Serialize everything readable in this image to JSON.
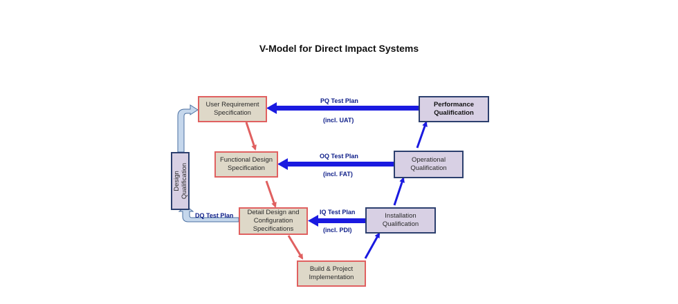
{
  "title": "V-Model for Direct Impact Systems",
  "boxes": {
    "urs": [
      "User Requirement",
      "Specification"
    ],
    "fds": [
      "Functional Design",
      "Specification"
    ],
    "dds": [
      "Detail Design and",
      "Configuration",
      "Specifications"
    ],
    "build": [
      "Build & Project",
      "Implementation"
    ],
    "pq": [
      "Performance",
      "Qualification"
    ],
    "oq": [
      "Operational",
      "Qualification"
    ],
    "iq": [
      "Installation",
      "Qualification"
    ],
    "dq": [
      "Design",
      "Qualification"
    ]
  },
  "plans": {
    "pq": "PQ Test Plan",
    "pq_note": "(incl. UAT)",
    "oq": "OQ Test Plan",
    "oq_note": "(incl. FAT)",
    "iq": "IQ Test Plan",
    "iq_note": "(incl. PDI)",
    "dq": "DQ Test Plan"
  },
  "colors": {
    "requirement_border": "#e06060",
    "requirement_fill": "#ded8c8",
    "qualification_border": "#2c3f6e",
    "qualification_fill": "#d8d0e4",
    "test_plan_arrow": "#1a1ae0",
    "flow_arrow": "#e06060",
    "dq_arrow_fill": "#c5d7ec",
    "dq_arrow_stroke": "#4a6fa0"
  }
}
